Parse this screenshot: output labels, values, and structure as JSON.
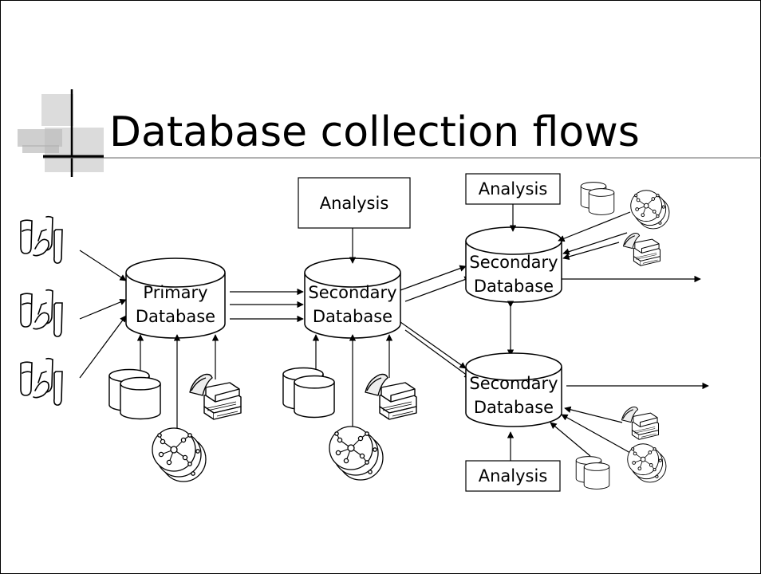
{
  "slide": {
    "title": "Database collection flows"
  },
  "diagram": {
    "primary_database": [
      "Primary",
      "Database"
    ],
    "secondary_database_center": [
      "Secondary",
      "Database"
    ],
    "secondary_database_top": [
      "Secondary",
      "Database"
    ],
    "secondary_database_bottom": [
      "Secondary",
      "Database"
    ],
    "analysis_center": "Analysis",
    "analysis_top": "Analysis",
    "analysis_bottom": "Analysis",
    "icons": [
      "lab-flask-icon",
      "database-cylinders-icon",
      "book-stack-icon",
      "network-graph-icon"
    ]
  }
}
